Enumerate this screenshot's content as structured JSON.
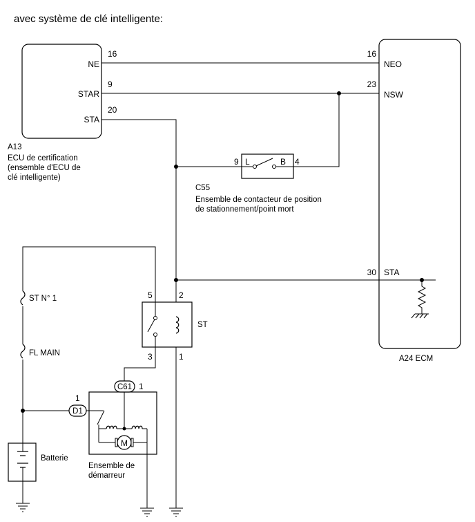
{
  "title": "avec système de clé intelligente:",
  "certification_ecu": {
    "code": "A13",
    "name_lines": [
      "ECU de certification",
      "(ensemble d'ECU de",
      "clé intelligente)"
    ],
    "pins": [
      {
        "label": "NE",
        "number": "16"
      },
      {
        "label": "STAR",
        "number": "9"
      },
      {
        "label": "STA",
        "number": "20"
      }
    ]
  },
  "ecm": {
    "name": "A24  ECM",
    "pins": [
      {
        "label": "NEO",
        "number": "16"
      },
      {
        "label": "NSW",
        "number": "23"
      },
      {
        "label": "STA",
        "number": "30"
      }
    ]
  },
  "park_neutral_switch": {
    "code": "C55",
    "name_lines": [
      "Ensemble de contacteur de position",
      "de stationnement/point mort"
    ],
    "pin_left": "9",
    "pin_right": "4",
    "contact_left": "L",
    "contact_right": "B"
  },
  "st_relay": {
    "label": "ST",
    "pins": {
      "top_left": "5",
      "top_right": "2",
      "bottom_left": "3",
      "bottom_right": "1"
    }
  },
  "fuses": [
    {
      "label": "ST N° 1"
    },
    {
      "label": "FL MAIN"
    }
  ],
  "starter": {
    "name_lines": [
      "Ensemble de",
      "démarreur"
    ],
    "connector_c61": "C61",
    "connector_c61_pin": "1",
    "connector_d1": "D1",
    "connector_d1_pin": "1",
    "motor_symbol": "M"
  },
  "battery": {
    "label": "Batterie"
  }
}
